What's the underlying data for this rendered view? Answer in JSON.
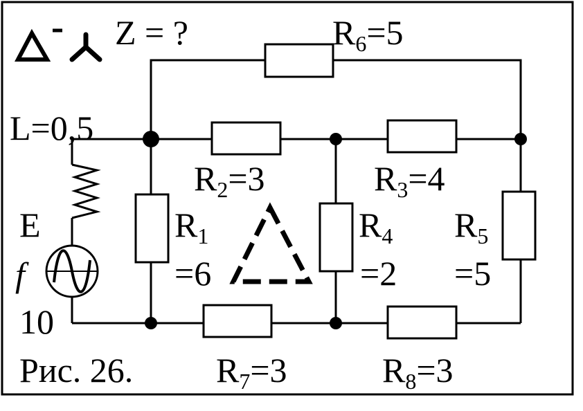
{
  "figure": {
    "transform_symbol": "Δ-⅄",
    "unknown": "Z = ?",
    "caption": "Рис. 26."
  },
  "source": {
    "inductance": "L=0,5",
    "emf_label": "E",
    "freq_label": "f",
    "value": "10"
  },
  "resistors": {
    "r1": {
      "name": "R",
      "sub": "1",
      "value": "=6"
    },
    "r2": {
      "name": "R",
      "sub": "2",
      "value": "=3"
    },
    "r3": {
      "name": "R",
      "sub": "3",
      "value": "=4"
    },
    "r4": {
      "name": "R",
      "sub": "4",
      "value": "=2"
    },
    "r5": {
      "name": "R",
      "sub": "5",
      "value": "=5"
    },
    "r6": {
      "name": "R",
      "sub": "6",
      "value": "=5"
    },
    "r7": {
      "name": "R",
      "sub": "7",
      "value": "=3"
    },
    "r8": {
      "name": "R",
      "sub": "8",
      "value": "=3"
    }
  }
}
